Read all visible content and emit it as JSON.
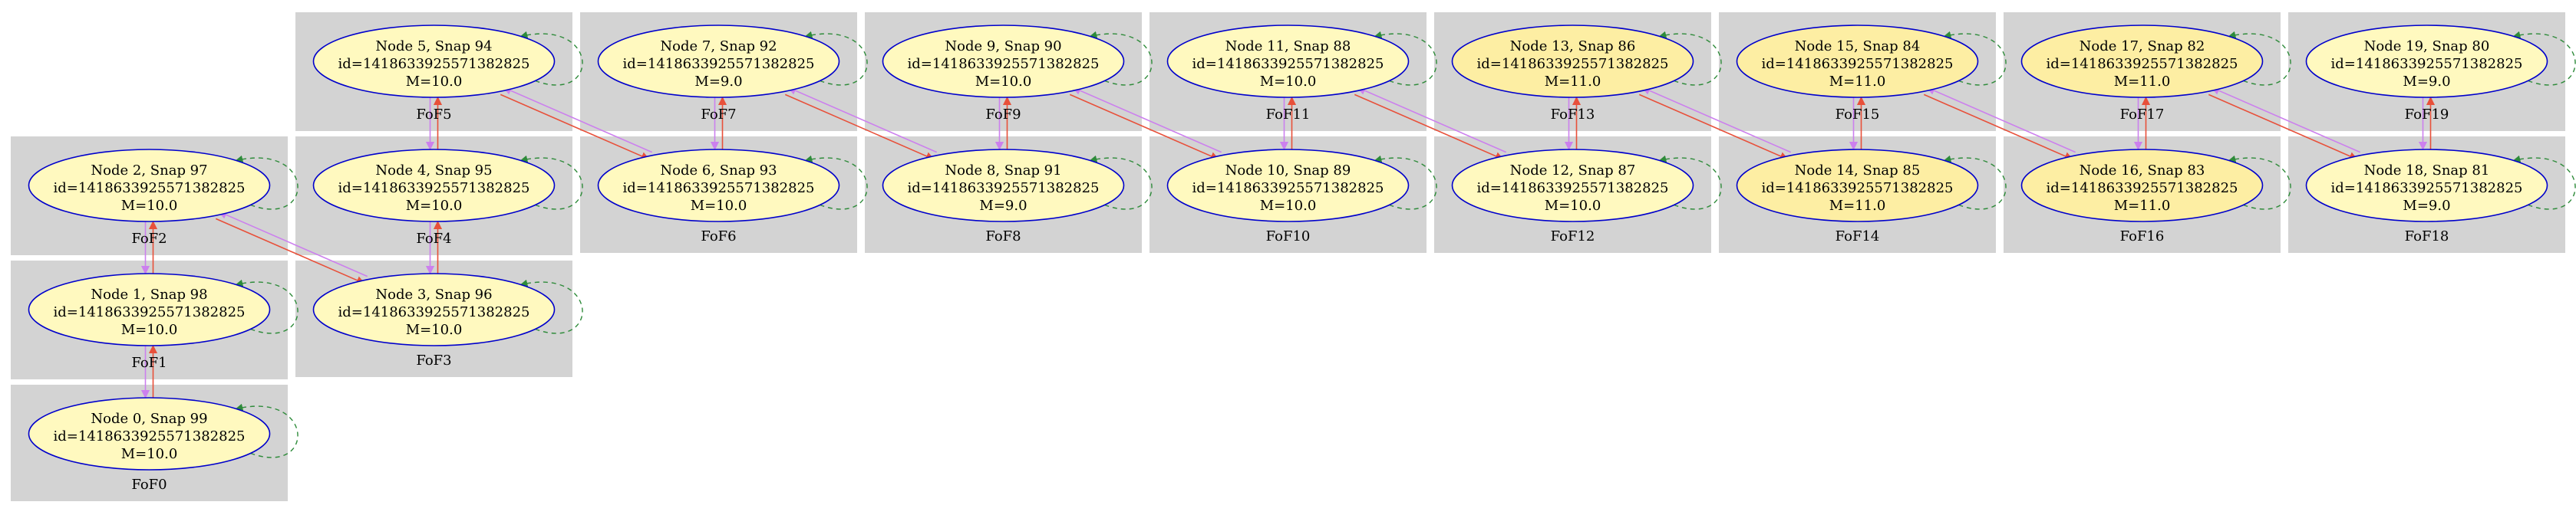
{
  "colors": {
    "cluster_fill": "#d3d3d3",
    "node_fill_light": "#fff9bf",
    "node_fill_dark": "#fdeea3",
    "node_stroke": "#0000cc",
    "edge_red": "#e8503a",
    "edge_purple": "#cc80ee",
    "edge_self_loop": "#2e8b3a"
  },
  "clusters": [
    {
      "id": "FoF0",
      "label": "FoF0"
    },
    {
      "id": "FoF1",
      "label": "FoF1"
    },
    {
      "id": "FoF2",
      "label": "FoF2"
    },
    {
      "id": "FoF3",
      "label": "FoF3"
    },
    {
      "id": "FoF4",
      "label": "FoF4"
    },
    {
      "id": "FoF5",
      "label": "FoF5"
    },
    {
      "id": "FoF6",
      "label": "FoF6"
    },
    {
      "id": "FoF7",
      "label": "FoF7"
    },
    {
      "id": "FoF8",
      "label": "FoF8"
    },
    {
      "id": "FoF9",
      "label": "FoF9"
    },
    {
      "id": "FoF10",
      "label": "FoF10"
    },
    {
      "id": "FoF11",
      "label": "FoF11"
    },
    {
      "id": "FoF12",
      "label": "FoF12"
    },
    {
      "id": "FoF13",
      "label": "FoF13"
    },
    {
      "id": "FoF14",
      "label": "FoF14"
    },
    {
      "id": "FoF15",
      "label": "FoF15"
    },
    {
      "id": "FoF16",
      "label": "FoF16"
    },
    {
      "id": "FoF17",
      "label": "FoF17"
    },
    {
      "id": "FoF18",
      "label": "FoF18"
    },
    {
      "id": "FoF19",
      "label": "FoF19"
    }
  ],
  "nodes": [
    {
      "id": 0,
      "title": "Node 0, Snap 99",
      "halo_id": "id=141863392557138282​5",
      "mass": "M=10.0"
    },
    {
      "id": 1,
      "title": "Node 1, Snap 98",
      "halo_id": "id=1418633925571382825",
      "mass": "M=10.0"
    },
    {
      "id": 2,
      "title": "Node 2, Snap 97",
      "halo_id": "id=1418633925571382825",
      "mass": "M=10.0"
    },
    {
      "id": 3,
      "title": "Node 3, Snap 96",
      "halo_id": "id=1418633925571382825",
      "mass": "M=10.0"
    },
    {
      "id": 4,
      "title": "Node 4, Snap 95",
      "halo_id": "id=1418633925571382825",
      "mass": "M=10.0"
    },
    {
      "id": 5,
      "title": "Node 5, Snap 94",
      "halo_id": "id=1418633925571382825",
      "mass": "M=10.0"
    },
    {
      "id": 6,
      "title": "Node 6, Snap 93",
      "halo_id": "id=1418633925571382825",
      "mass": "M=10.0"
    },
    {
      "id": 7,
      "title": "Node 7, Snap 92",
      "halo_id": "id=1418633925571382825",
      "mass": "M=9.0"
    },
    {
      "id": 8,
      "title": "Node 8, Snap 91",
      "halo_id": "id=1418633925571382825",
      "mass": "M=9.0"
    },
    {
      "id": 9,
      "title": "Node 9, Snap 90",
      "halo_id": "id=1418633925571382825",
      "mass": "M=10.0"
    },
    {
      "id": 10,
      "title": "Node 10, Snap 89",
      "halo_id": "id=1418633925571382825",
      "mass": "M=10.0"
    },
    {
      "id": 11,
      "title": "Node 11, Snap 88",
      "halo_id": "id=1418633925571382825",
      "mass": "M=10.0"
    },
    {
      "id": 12,
      "title": "Node 12, Snap 87",
      "halo_id": "id=1418633925571382825",
      "mass": "M=10.0"
    },
    {
      "id": 13,
      "title": "Node 13, Snap 86",
      "halo_id": "id=1418633925571382825",
      "mass": "M=11.0"
    },
    {
      "id": 14,
      "title": "Node 14, Snap 85",
      "halo_id": "id=1418633925571382825",
      "mass": "M=11.0"
    },
    {
      "id": 15,
      "title": "Node 15, Snap 84",
      "halo_id": "id=1418633925571382825",
      "mass": "M=11.0"
    },
    {
      "id": 16,
      "title": "Node 16, Snap 83",
      "halo_id": "id=1418633925571382825",
      "mass": "M=11.0"
    },
    {
      "id": 17,
      "title": "Node 17, Snap 82",
      "halo_id": "id=1418633925571382825",
      "mass": "M=11.0"
    },
    {
      "id": 18,
      "title": "Node 18, Snap 81",
      "halo_id": "id=1418633925571382825",
      "mass": "M=9.0"
    },
    {
      "id": 19,
      "title": "Node 19, Snap 80",
      "halo_id": "id=1418633925571382825",
      "mass": "M=9.0"
    }
  ]
}
